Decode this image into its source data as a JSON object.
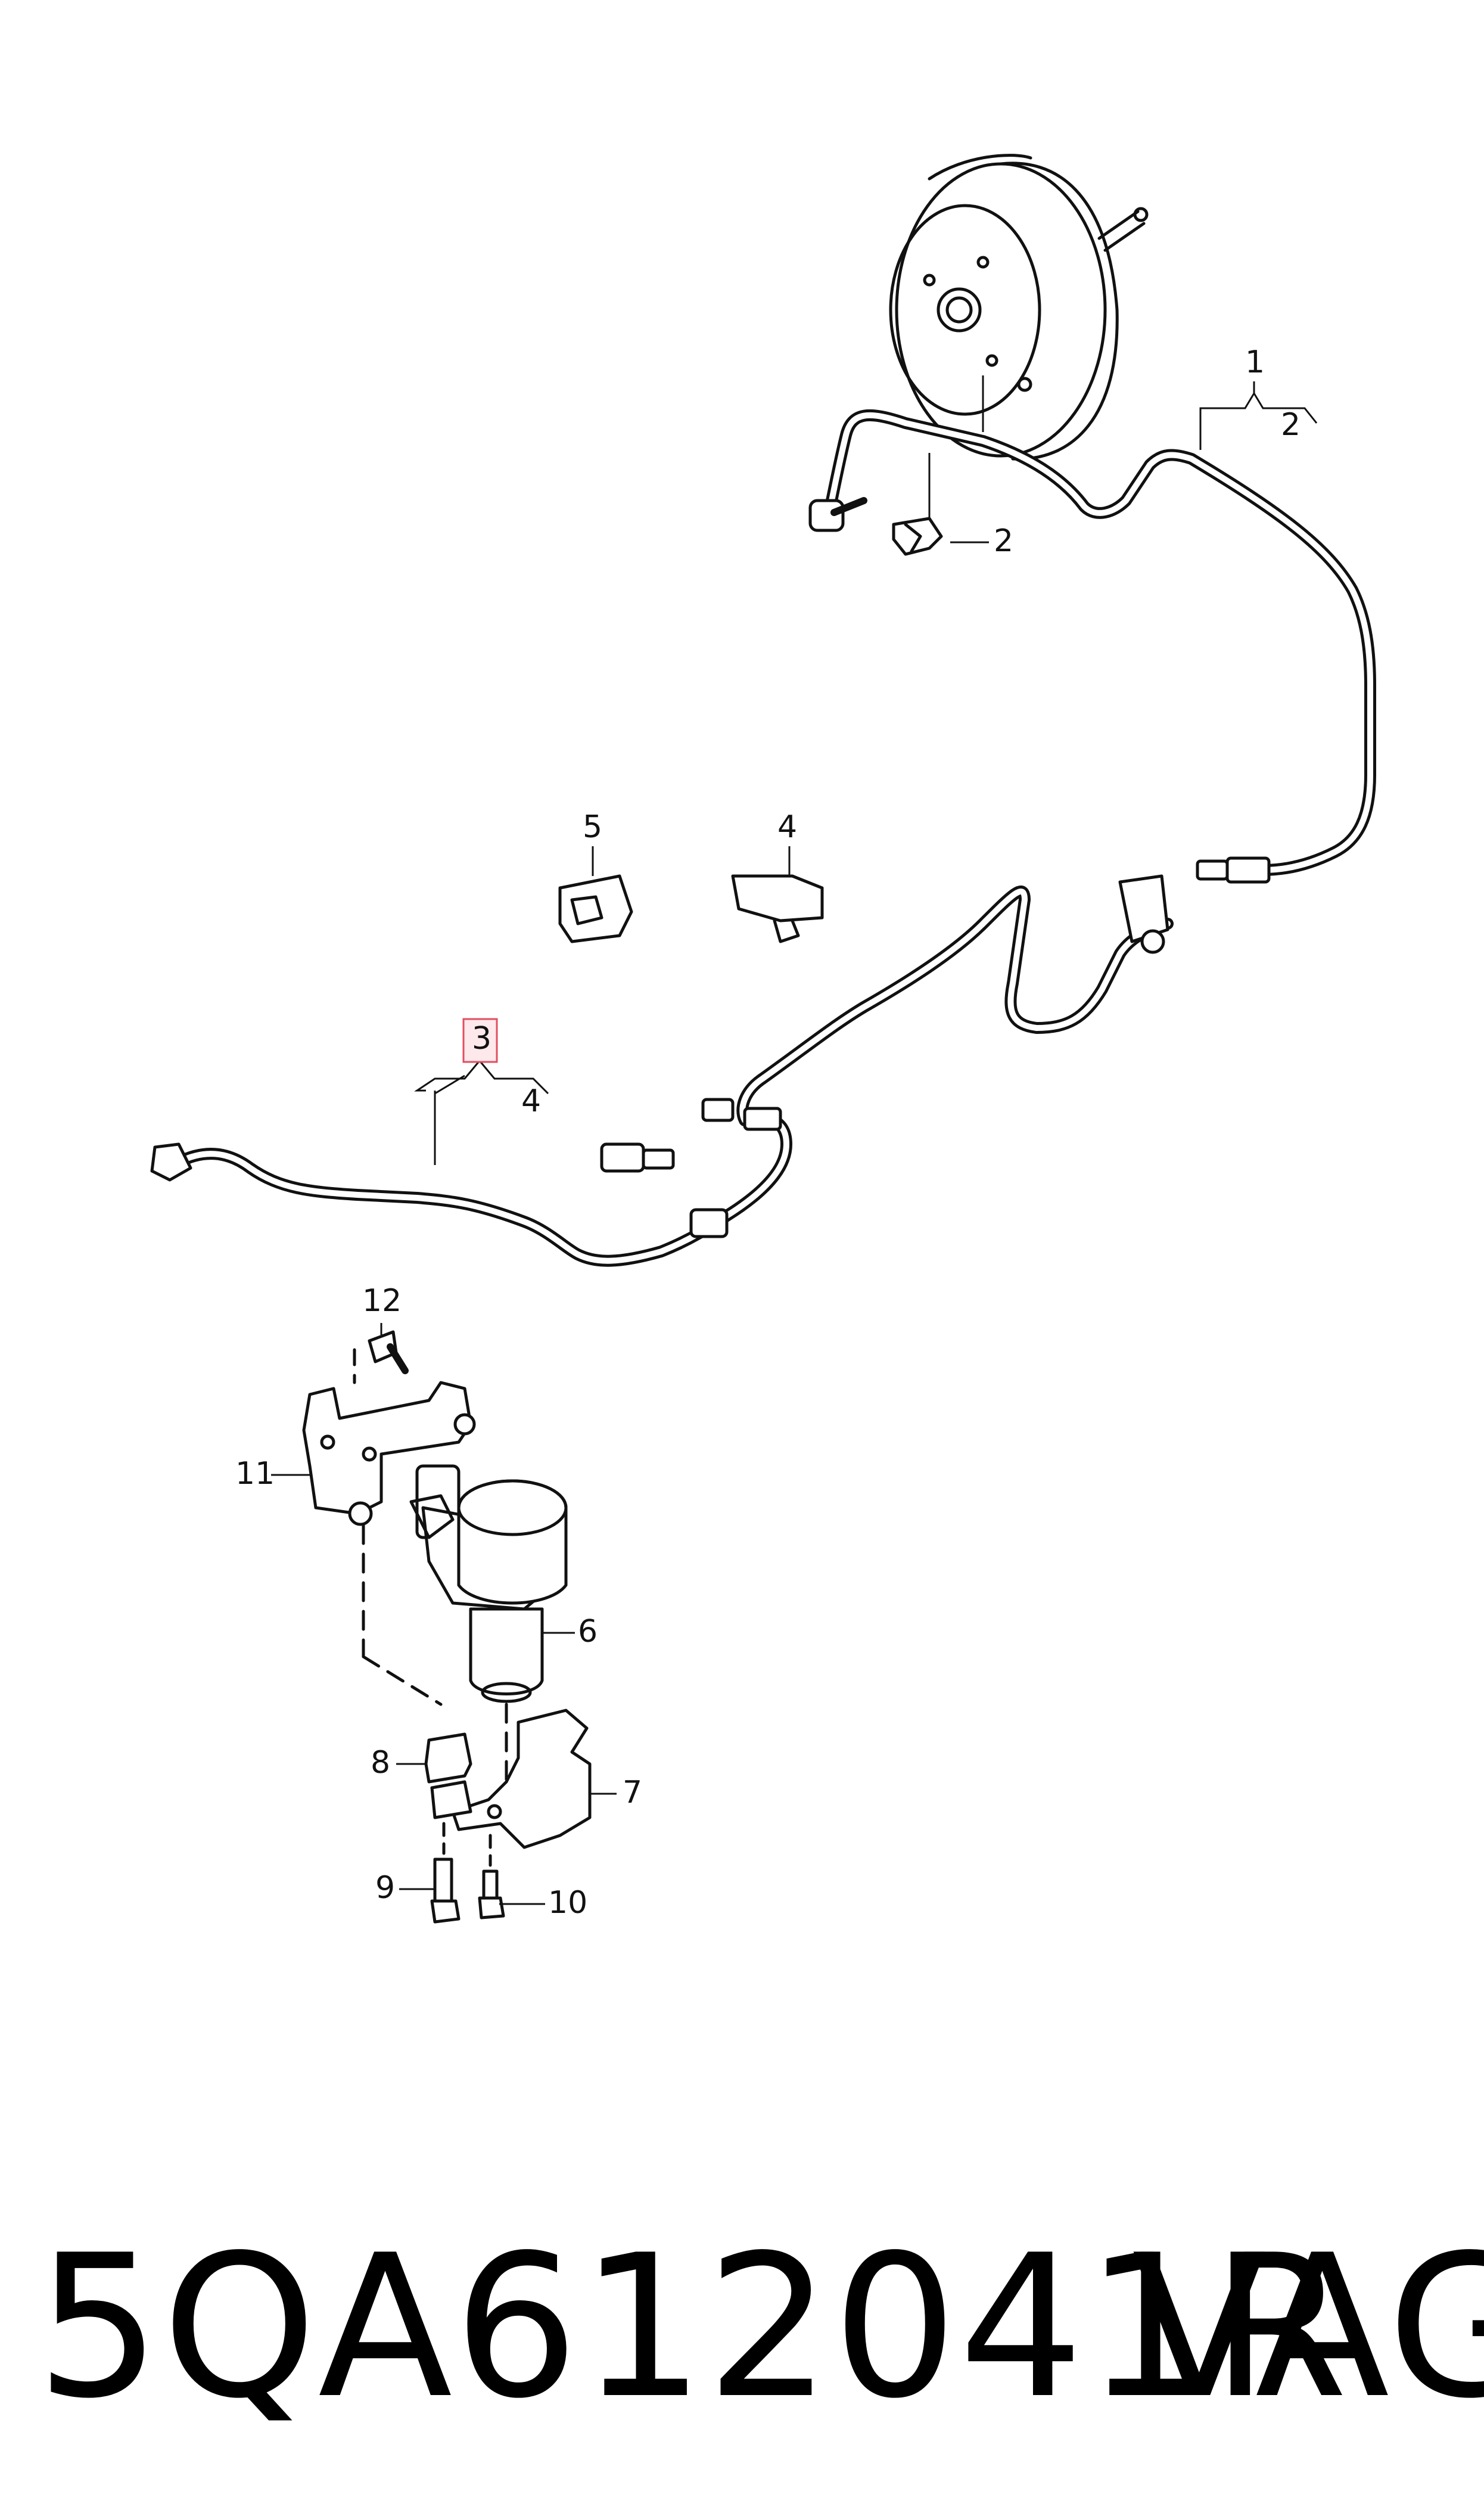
{
  "callouts": {
    "c1": "1",
    "c2a": "2",
    "c2b": "2",
    "c3": "3",
    "c4a": "4",
    "c4b": "4",
    "c5": "5",
    "c6": "6",
    "c7": "7",
    "c8": "8",
    "c9": "9",
    "c10": "10",
    "c11": "11",
    "c12": "12"
  },
  "highlight": {
    "callout": "3",
    "color": "#e05060"
  },
  "footer": {
    "part_number": "5QA612041R",
    "brand": "VAG"
  }
}
